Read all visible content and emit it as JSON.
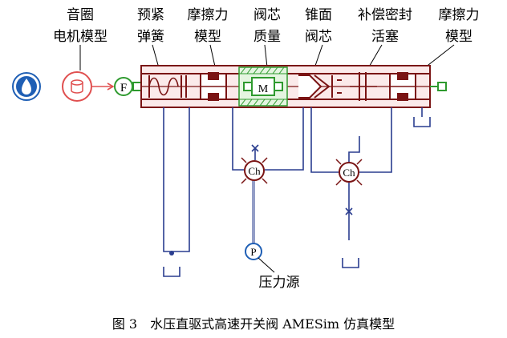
{
  "labels": {
    "voice_coil": [
      "音圈",
      "电机模型"
    ],
    "preload_spring": [
      "预紧",
      "弹簧"
    ],
    "friction_left": [
      "摩擦力",
      "模型"
    ],
    "valve_mass": [
      "阀芯",
      "质量"
    ],
    "cone_valve": [
      "锥面",
      "阀芯"
    ],
    "comp_piston": [
      "补偿密封",
      "活塞"
    ],
    "friction_right": [
      "摩擦力",
      "模型"
    ],
    "pressure_source": "压力源"
  },
  "symbols": {
    "force": "F",
    "mass": "M",
    "chamber": "Ch",
    "pressure": "P"
  },
  "caption": "图 3　水压直驱式高速开关阀 AMESim 仿真模型",
  "colors": {
    "block": "#7a1414",
    "hydraulic_line": "#2a3d8f",
    "mass": "#2e9a2e",
    "source": "#1f5fb5",
    "motor": "#e05050"
  }
}
